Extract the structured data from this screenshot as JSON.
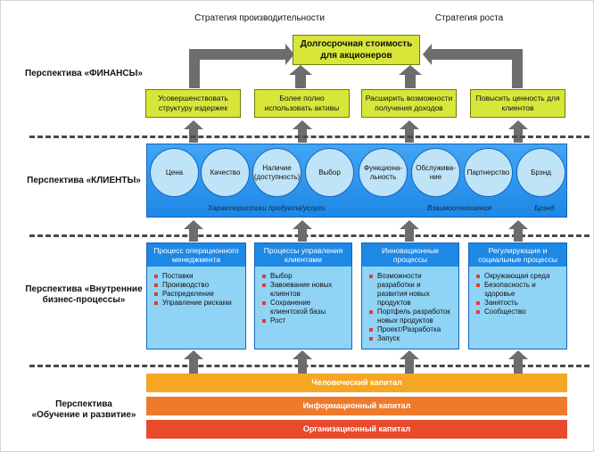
{
  "strategies": {
    "productivity": "Стратегия производительности",
    "growth": "Стратегия роста"
  },
  "main_goal": "Долгосрочная стоимость для акционеров",
  "perspectives": {
    "finance": "Перспектива «ФИНАНСЫ»",
    "clients": "Перспектива «КЛИЕНТЫ»",
    "internal_line1": "Перспектива «Внутренние",
    "internal_line2": "бизнес-процессы»",
    "learning_line1": "Перспектива",
    "learning_line2": "«Обучение и развитие»"
  },
  "finance_goals": [
    "Усовершенствовать структуру издержек",
    "Более полно использовать активы",
    "Расширить возможности получения доходов",
    "Повысить ценность для клиентов"
  ],
  "client_attributes": [
    "Цена",
    "Качество",
    "Наличие (доступность)",
    "Выбор",
    "Функциона-льность",
    "Обслужива-ние",
    "Партнерство",
    "Брэнд"
  ],
  "client_captions": {
    "product": "Характеристики продукта/услуги",
    "relations": "Взаимоотношения",
    "brand": "Брэнд"
  },
  "processes": [
    {
      "title": "Процесс операционного менеджмента",
      "items": [
        "Поставки",
        "Производство",
        "Распределение",
        "Управление рисками"
      ]
    },
    {
      "title": "Процессы управления клиентами",
      "items": [
        "Выбор",
        "Завоевание новых клиентов",
        "Сохранение клиентской базы",
        "Рост"
      ]
    },
    {
      "title": "Инновационные процессы",
      "items": [
        "Возможности разработки и развития новых продуктов",
        "Портфель разработок новых продуктов",
        "Проект/Разработка",
        "Запуск"
      ]
    },
    {
      "title": "Регулирующие и социальные процессы",
      "items": [
        "Окружающая среда",
        "Безопасность и здоровье",
        "Занятость",
        "Сообщество"
      ]
    }
  ],
  "capitals": [
    "Человеческий капитал",
    "Информационный капитал",
    "Организационный капитал"
  ],
  "colors": {
    "human": "#f5a623",
    "info": "#ef7a2b",
    "org": "#e84a2c",
    "goal": "#d8e63a",
    "blue": "#1e88e5",
    "light_blue": "#8fd3f5"
  }
}
